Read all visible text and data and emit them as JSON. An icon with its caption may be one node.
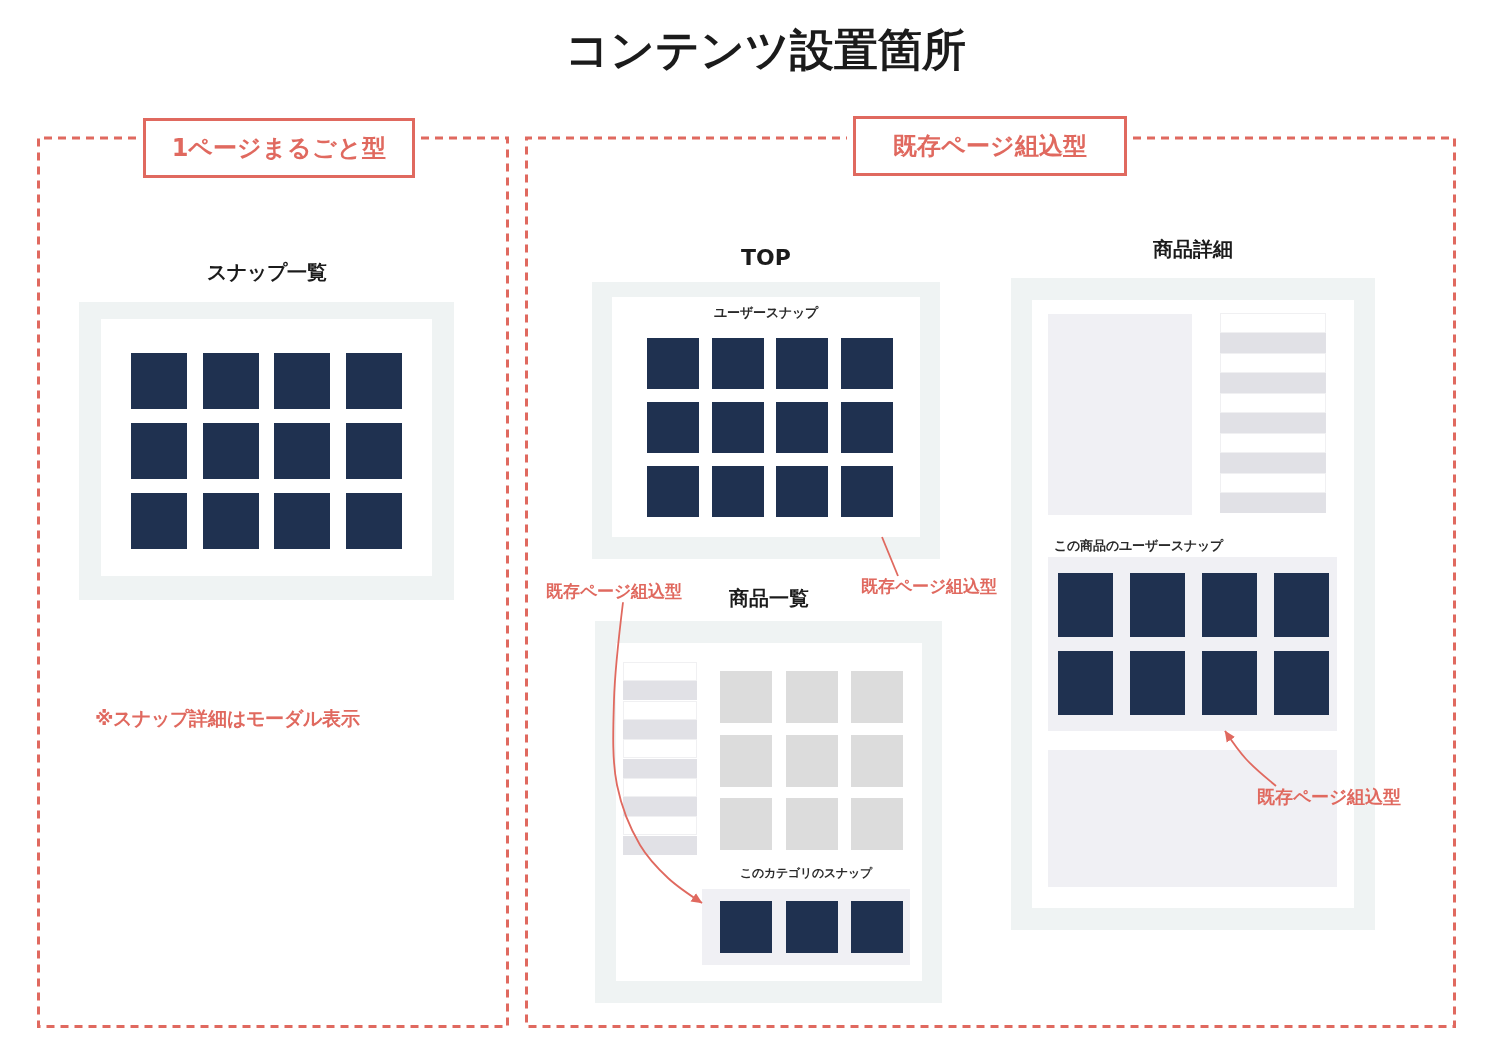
{
  "diagram": {
    "title": "コンテンツ設置箇所",
    "nodes": [
      {
        "text": [
          "1ページまるごと型"
        ]
      },
      {
        "text": [
          "スナップ一覧"
        ],
        "in": 0
      },
      {
        "text": [
          "既存ページ組込型"
        ]
      },
      {
        "text": [
          "TOP"
        ],
        "in": 2
      },
      {
        "text": [
          "ユーザースナップ"
        ],
        "in": 3
      },
      {
        "text": [
          "商品詳細"
        ],
        "in": 2
      },
      {
        "text": [
          "この商品のユーザースナップ"
        ],
        "in": 5
      },
      {
        "text": [
          "既存ページ組込型"
        ],
        "in": 2
      },
      {
        "text": [
          "商品一覧"
        ],
        "in": 2
      },
      {
        "text": [
          "このカテゴリのスナップ"
        ],
        "in": 8
      },
      {
        "text": [
          "既存ページ組込型"
        ],
        "in": 2
      },
      {
        "text": [
          "既存ページ組込型"
        ],
        "in": 2
      }
    ],
    "edges": [
      {
        "from": 7,
        "to": 9,
        "arrow": "to"
      },
      {
        "from": 10,
        "to": 4,
        "arrow": "none"
      },
      {
        "from": 11,
        "to": 6,
        "arrow": "to"
      }
    ],
    "labels": [
      "※スナップ詳細はモーダル表示"
    ]
  }
}
